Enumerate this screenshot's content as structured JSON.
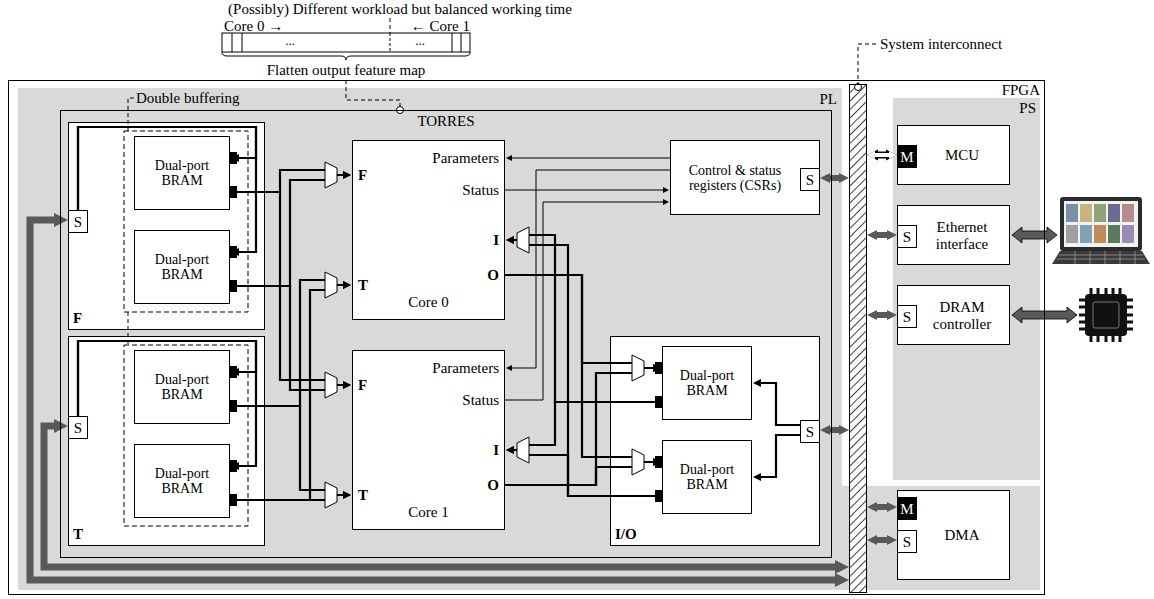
{
  "diagram": {
    "nodes": [
      {
        "text": [
          "FPGA"
        ]
      },
      {
        "text": [
          "PL"
        ],
        "in": 0
      },
      {
        "text": [
          "TORRES"
        ],
        "in": 1
      },
      {
        "text": [
          "F"
        ],
        "in": 2
      },
      {
        "text": [
          "S"
        ],
        "in": 3
      },
      {
        "text": [
          "Dual-port BRAM"
        ],
        "in": 3
      },
      {
        "text": [
          "Dual-port BRAM"
        ],
        "in": 3
      },
      {
        "text": [
          "T"
        ],
        "in": 2
      },
      {
        "text": [
          "S"
        ],
        "in": 7
      },
      {
        "text": [
          "Dual-port BRAM"
        ],
        "in": 7
      },
      {
        "text": [
          "Dual-port BRAM"
        ],
        "in": 7
      },
      {
        "text": [
          "F",
          "T",
          "Parameters",
          "Status",
          "I",
          "O",
          "Core 0"
        ],
        "in": 2
      },
      {
        "text": [
          "F",
          "T",
          "Parameters",
          "Status",
          "I",
          "O",
          "Core 1"
        ],
        "in": 2
      },
      {
        "text": [
          "Control & status registers (CSRs)"
        ],
        "in": 2
      },
      {
        "text": [
          "S"
        ],
        "in": 13
      },
      {
        "text": [
          "I/O"
        ],
        "in": 2
      },
      {
        "text": [
          "Dual-port BRAM"
        ],
        "in": 15
      },
      {
        "text": [
          "Dual-port BRAM"
        ],
        "in": 15
      },
      {
        "text": [
          "S"
        ],
        "in": 15
      },
      {
        "text": [
          "System interconnect"
        ],
        "in": 0
      },
      {
        "text": [
          "PS"
        ],
        "in": 0
      },
      {
        "text": [
          "MCU"
        ],
        "in": 20
      },
      {
        "text": [
          "M"
        ],
        "in": 21
      },
      {
        "text": [
          "Ethernet interface"
        ],
        "in": 20
      },
      {
        "text": [
          "S"
        ],
        "in": 23
      },
      {
        "text": [
          "DRAM controller"
        ],
        "in": 20
      },
      {
        "text": [
          "S"
        ],
        "in": 25
      },
      {
        "text": [
          "DMA"
        ],
        "in": 0
      },
      {
        "text": [
          "M"
        ],
        "in": 27
      },
      {
        "text": [
          "S"
        ],
        "in": 27
      }
    ],
    "edges": [
      {
        "from": 4,
        "to": 5,
        "arrow": "to"
      },
      {
        "from": 4,
        "to": 6,
        "arrow": "to"
      },
      {
        "from": 8,
        "to": 9,
        "arrow": "to"
      },
      {
        "from": 8,
        "to": 10,
        "arrow": "to"
      },
      {
        "from": 5,
        "to": 11,
        "arrow": "to"
      },
      {
        "from": 5,
        "to": 12,
        "arrow": "to"
      },
      {
        "from": 6,
        "to": 11,
        "arrow": "to"
      },
      {
        "from": 6,
        "to": 12,
        "arrow": "to"
      },
      {
        "from": 9,
        "to": 11,
        "arrow": "to"
      },
      {
        "from": 9,
        "to": 12,
        "arrow": "to"
      },
      {
        "from": 10,
        "to": 11,
        "arrow": "to"
      },
      {
        "from": 10,
        "to": 12,
        "arrow": "to"
      },
      {
        "from": 13,
        "to": 11,
        "arrow": "to"
      },
      {
        "from": 13,
        "to": 12,
        "arrow": "to"
      },
      {
        "from": 11,
        "to": 13,
        "arrow": "to"
      },
      {
        "from": 12,
        "to": 13,
        "arrow": "to"
      },
      {
        "from": 11,
        "to": 16,
        "arrow": "to"
      },
      {
        "from": 11,
        "to": 17,
        "arrow": "to"
      },
      {
        "from": 12,
        "to": 16,
        "arrow": "to"
      },
      {
        "from": 12,
        "to": 17,
        "arrow": "to"
      },
      {
        "from": 16,
        "to": 11,
        "arrow": "to"
      },
      {
        "from": 16,
        "to": 12,
        "arrow": "to"
      },
      {
        "from": 17,
        "to": 11,
        "arrow": "to"
      },
      {
        "from": 17,
        "to": 12,
        "arrow": "to"
      },
      {
        "from": 18,
        "to": 16,
        "arrow": "to"
      },
      {
        "from": 18,
        "to": 17,
        "arrow": "to"
      },
      {
        "from": 19,
        "to": 4,
        "arrow": "both"
      },
      {
        "from": 19,
        "to": 8,
        "arrow": "both"
      },
      {
        "from": 14,
        "to": 19,
        "arrow": "both"
      },
      {
        "from": 18,
        "to": 19,
        "arrow": "both"
      },
      {
        "from": 22,
        "to": 19,
        "arrow": "both"
      },
      {
        "from": 24,
        "to": 19,
        "arrow": "both"
      },
      {
        "from": 26,
        "to": 19,
        "arrow": "both"
      },
      {
        "from": 28,
        "to": 19,
        "arrow": "both"
      },
      {
        "from": 29,
        "to": 19,
        "arrow": "both"
      }
    ],
    "labels": [
      "(Possibly) Different workload but balanced working time",
      "Core 0 →",
      "← Core 1",
      "...",
      "...",
      "Flatten output feature map",
      "Double buffering"
    ]
  }
}
